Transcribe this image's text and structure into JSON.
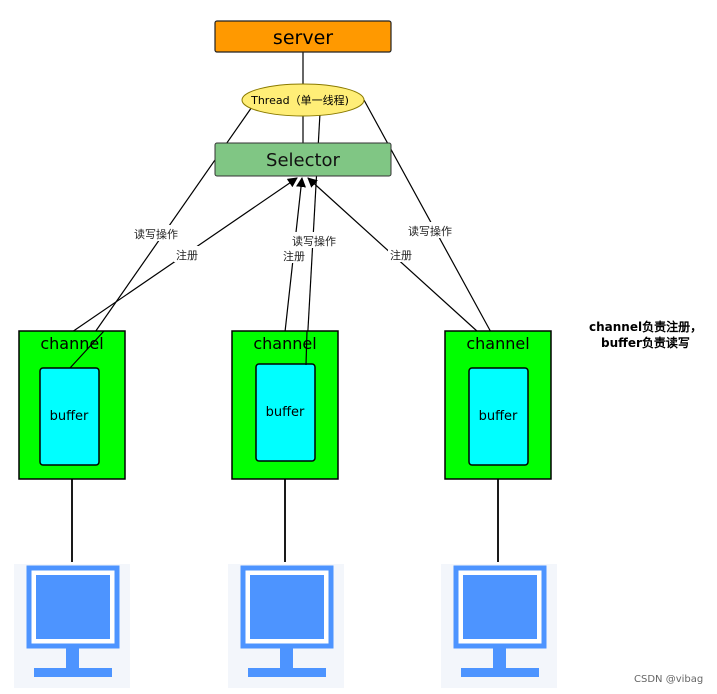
{
  "server": {
    "label": "server",
    "fill": "#ff9900"
  },
  "thread": {
    "label": "Thread（单一线程)",
    "fill": "#ffee77"
  },
  "selector": {
    "label": "Selector",
    "fill": "#80c684"
  },
  "channels": [
    {
      "label": "channel",
      "buffer_label": "buffer"
    },
    {
      "label": "channel",
      "buffer_label": "buffer"
    },
    {
      "label": "channel",
      "buffer_label": "buffer"
    }
  ],
  "edge_labels": {
    "read_write_left": "读写操作",
    "register_left": "注册",
    "read_write_mid": "读写操作",
    "register_mid": "注册",
    "read_write_right": "读写操作",
    "register_right": "注册"
  },
  "note": {
    "line1": "channel负责注册，",
    "line2": "buffer负责读写"
  },
  "watermark": "CSDN @vibag",
  "colors": {
    "channel_fill": "#00ff00",
    "buffer_fill": "#00ffff",
    "monitor_blue": "#4d94ff",
    "stroke": "#000000"
  },
  "icons": [
    "monitor-icon",
    "monitor-icon",
    "monitor-icon"
  ]
}
